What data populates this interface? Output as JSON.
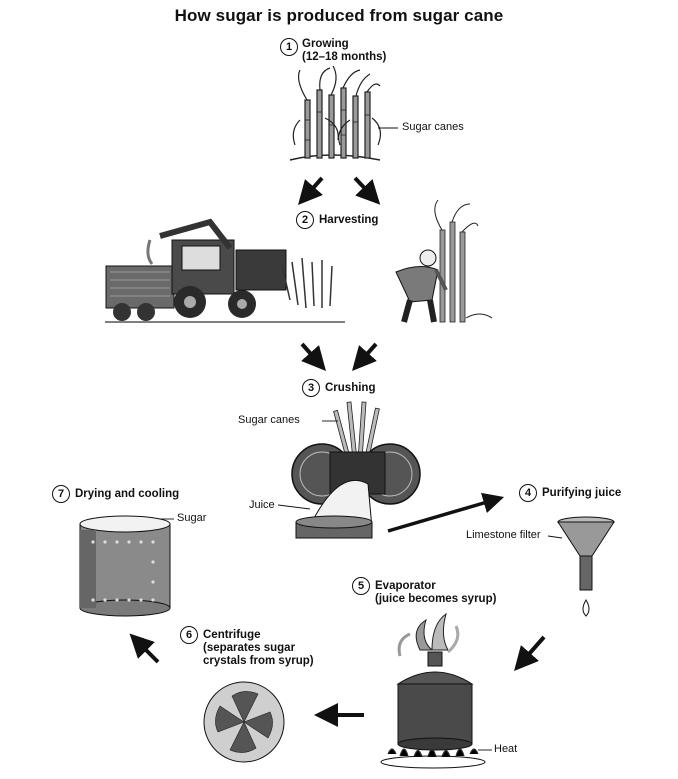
{
  "title": "How sugar is produced from sugar cane",
  "steps": [
    {
      "num": "1",
      "label": "Growing",
      "sub": "(12–18 months)"
    },
    {
      "num": "2",
      "label": "Harvesting"
    },
    {
      "num": "3",
      "label": "Crushing"
    },
    {
      "num": "4",
      "label": "Purifying juice"
    },
    {
      "num": "5",
      "label": "Evaporator",
      "sub": "(juice becomes syrup)"
    },
    {
      "num": "6",
      "label": "Centrifuge",
      "sub": "(separates sugar",
      "sub2": "crystals from syrup)"
    },
    {
      "num": "7",
      "label": "Drying and cooling"
    }
  ],
  "callouts": {
    "sugar_canes_growing": "Sugar canes",
    "sugar_canes_crushing": "Sugar canes",
    "juice": "Juice",
    "limestone_filter": "Limestone filter",
    "sugar": "Sugar",
    "heat": "Heat"
  },
  "colors": {
    "ink": "#111111",
    "dark_gray": "#4a4a4a",
    "mid_gray": "#8a8a8a",
    "light_gray": "#c8c8c8"
  }
}
